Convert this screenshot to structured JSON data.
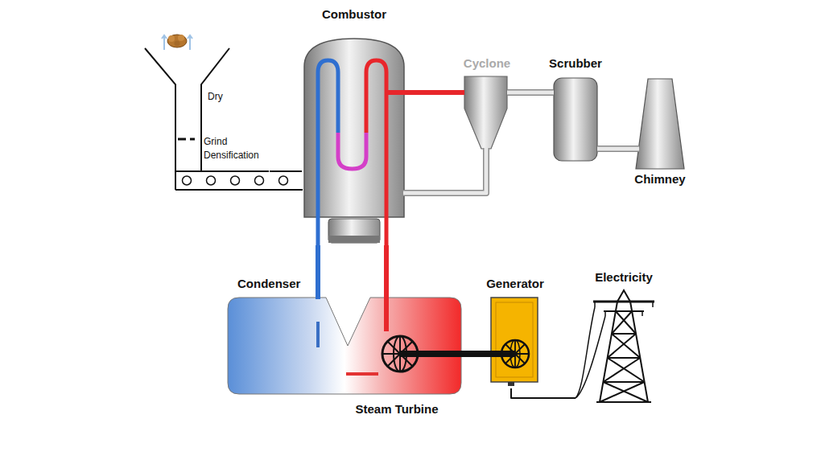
{
  "diagram": {
    "nodes": [
      {
        "text": [
          "Dry",
          "Grind Densification"
        ]
      },
      {
        "text": [
          "Combustor"
        ]
      },
      {
        "text": [
          "Cyclone"
        ]
      },
      {
        "text": [
          "Scrubber"
        ]
      },
      {
        "text": [
          "Chimney"
        ]
      },
      {
        "text": [
          "Condenser",
          "Steam Turbine"
        ]
      },
      {
        "text": [
          "Generator"
        ]
      },
      {
        "text": [
          "Electricity"
        ]
      }
    ],
    "edges": [
      {
        "from": 0,
        "to": 1,
        "arrow": "none"
      },
      {
        "from": 1,
        "to": 2,
        "arrow": "none"
      },
      {
        "from": 2,
        "to": 3,
        "arrow": "none"
      },
      {
        "from": 3,
        "to": 4,
        "arrow": "none"
      },
      {
        "from": 2,
        "to": 1,
        "arrow": "none"
      },
      {
        "from": 5,
        "to": 1,
        "arrow": "none"
      },
      {
        "from": 1,
        "to": 5,
        "arrow": "none"
      },
      {
        "from": 5,
        "to": 6,
        "arrow": "none"
      },
      {
        "from": 6,
        "to": 7,
        "arrow": "none"
      }
    ]
  }
}
